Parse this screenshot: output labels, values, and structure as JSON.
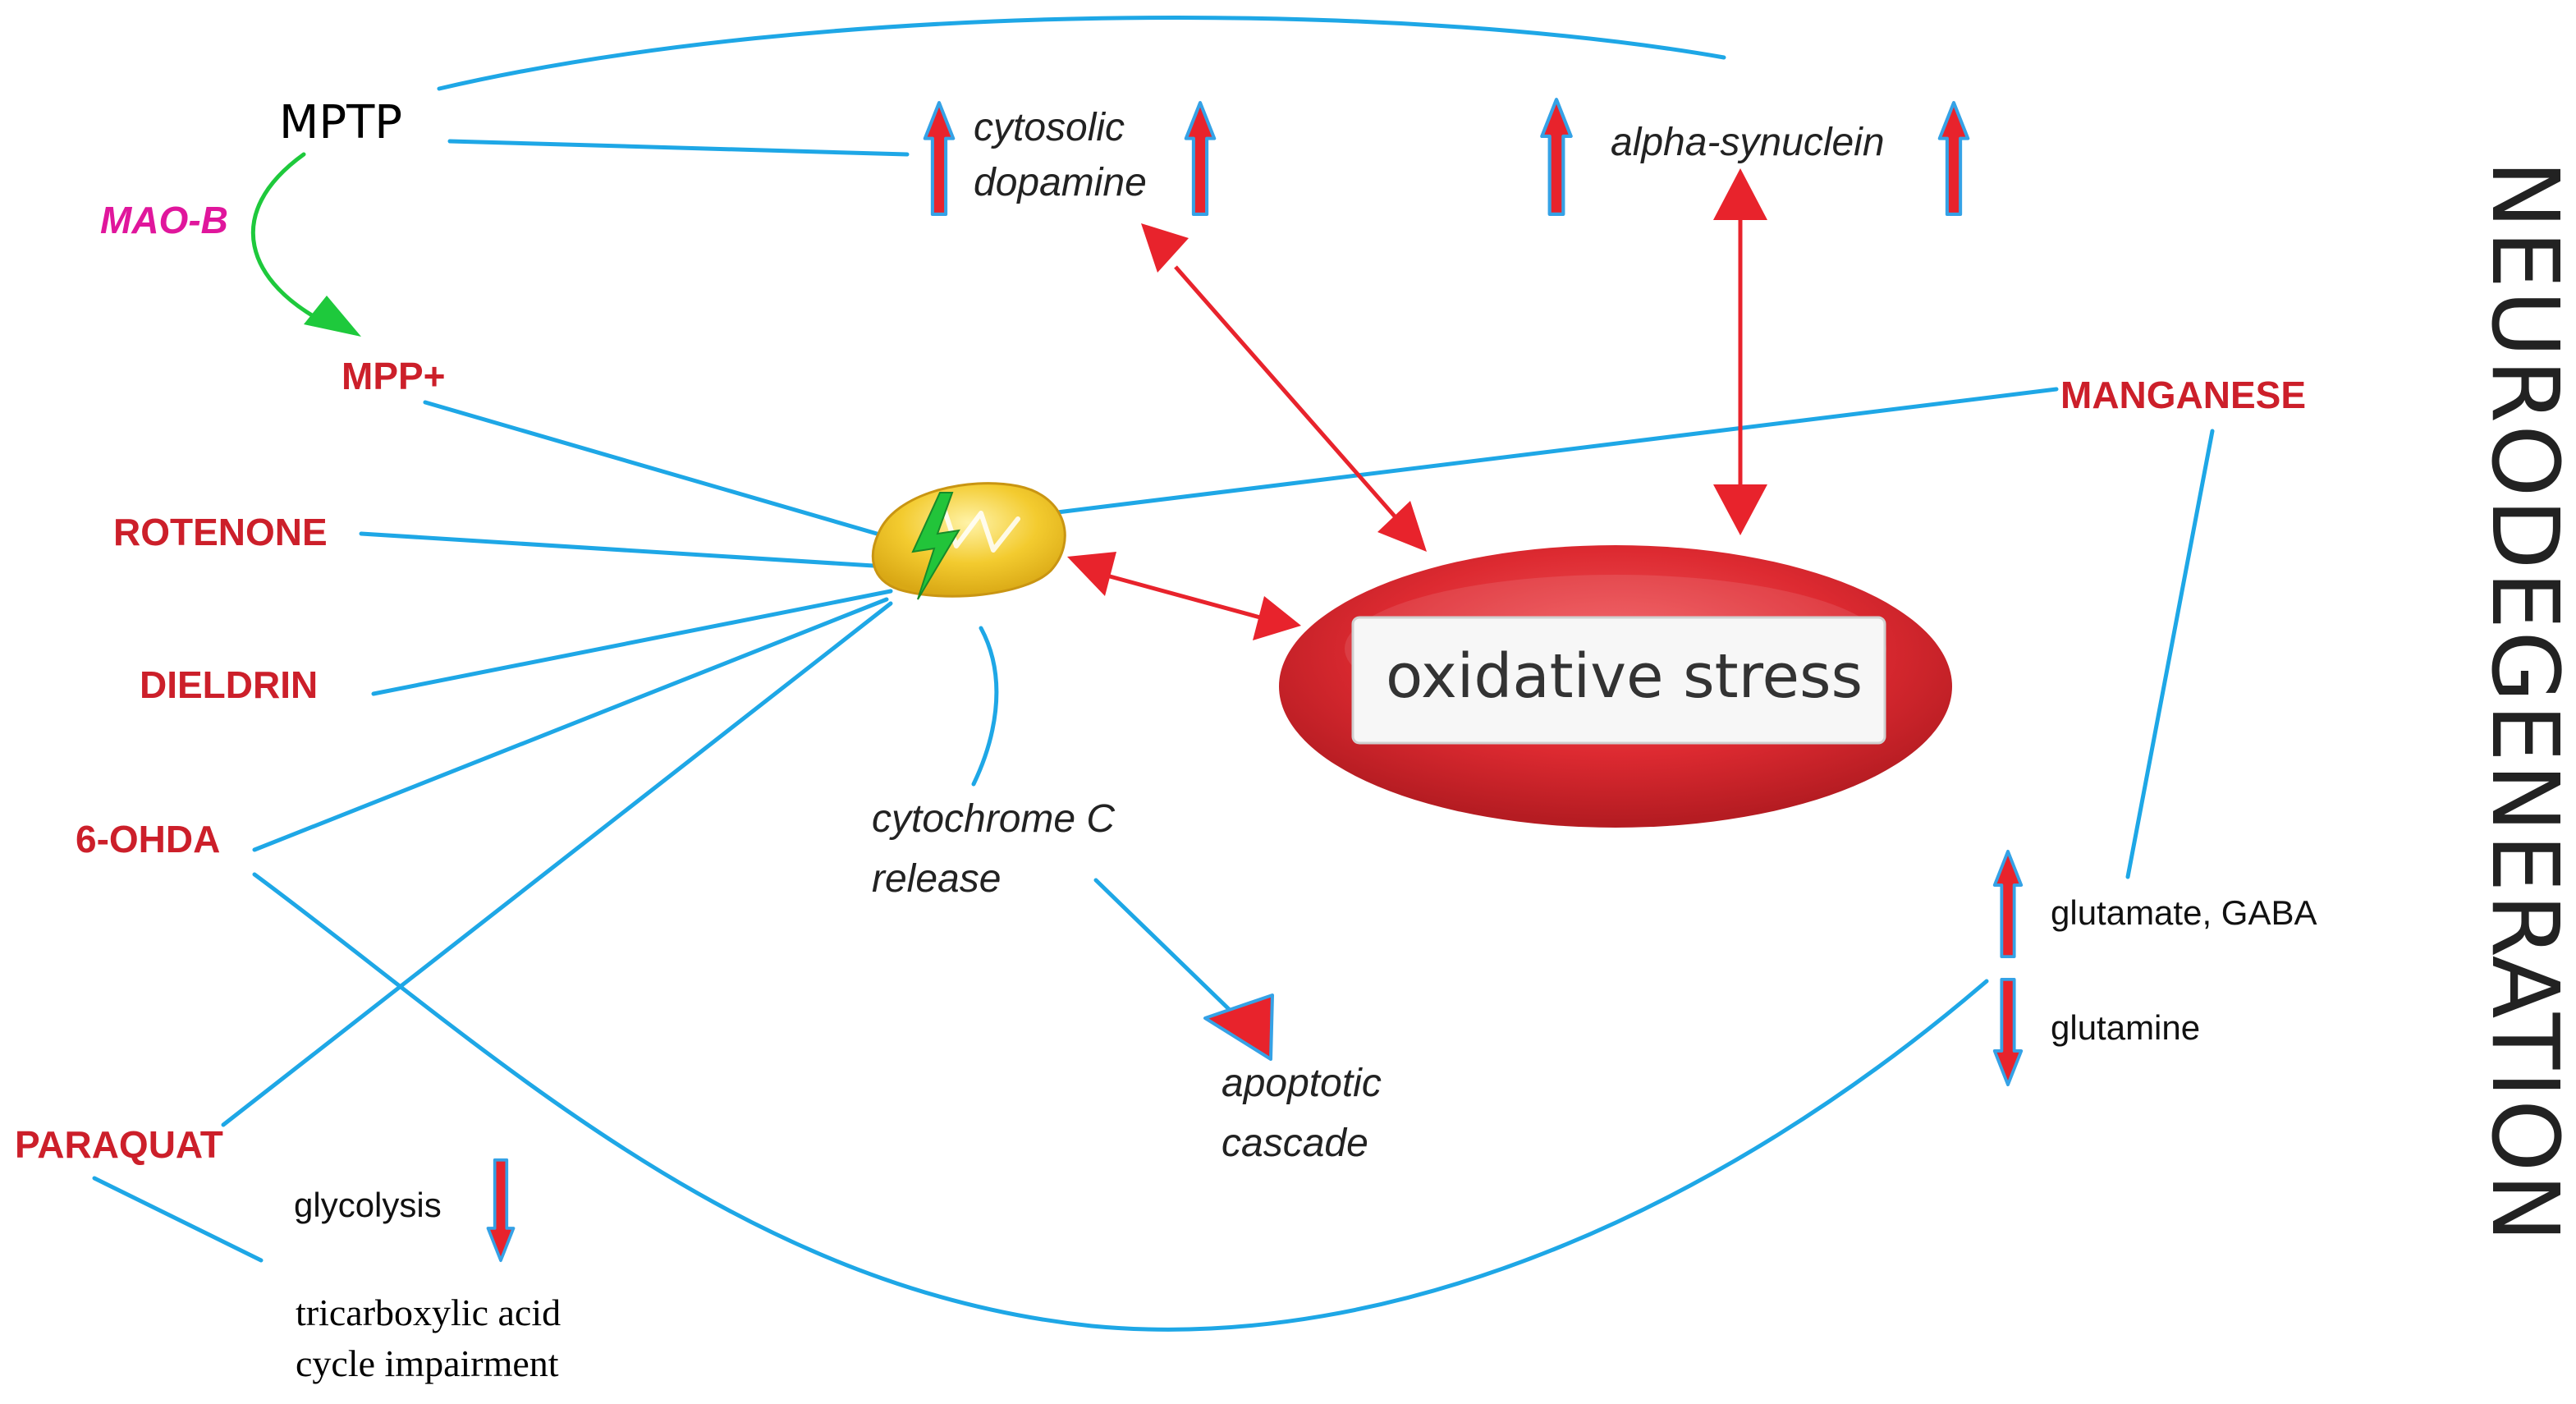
{
  "diagram": {
    "title": "NEURODEGENERATION",
    "toxins": {
      "mptp": "MPTP",
      "mao_b": "MAO-B",
      "mpp": "MPP+",
      "rotenone": "ROTENONE",
      "dieldrin": "DIELDRIN",
      "ohda": "6-OHDA",
      "paraquat": "PARAQUAT",
      "manganese": "MANGANESE"
    },
    "effects": {
      "cytosolic_dopamine_line1": "cytosolic",
      "cytosolic_dopamine_line2": "dopamine",
      "alpha_synuclein": "alpha-synuclein",
      "oxidative_stress": "oxidative stress",
      "cytochrome_line1": "cytochrome C",
      "cytochrome_line2": "release",
      "apoptotic_line1": "apoptotic",
      "apoptotic_line2": "cascade",
      "glutamate_gaba": "glutamate, GABA",
      "glutamine": "glutamine",
      "glycolysis": "glycolysis",
      "tca_line1": "tricarboxylic acid",
      "tca_line2": "cycle impairment"
    },
    "colors": {
      "link_line": "#1ea7e6",
      "red_arrow": "#e8232c",
      "arrow_outline": "#35a2e6",
      "enzyme_arrow": "#1ec93c",
      "toxin_text": "#cc1f2a",
      "mao_b_text": "#e0169c",
      "mitochondrion": "#f3cb2f",
      "lightning": "#22c43a",
      "ellipse": "#d92a30"
    },
    "icons": {
      "mitochondrion": "mitochondrion-icon",
      "lightning": "lightning-icon",
      "up_arrow": "up-arrow-icon",
      "down_arrow": "down-arrow-icon"
    }
  }
}
